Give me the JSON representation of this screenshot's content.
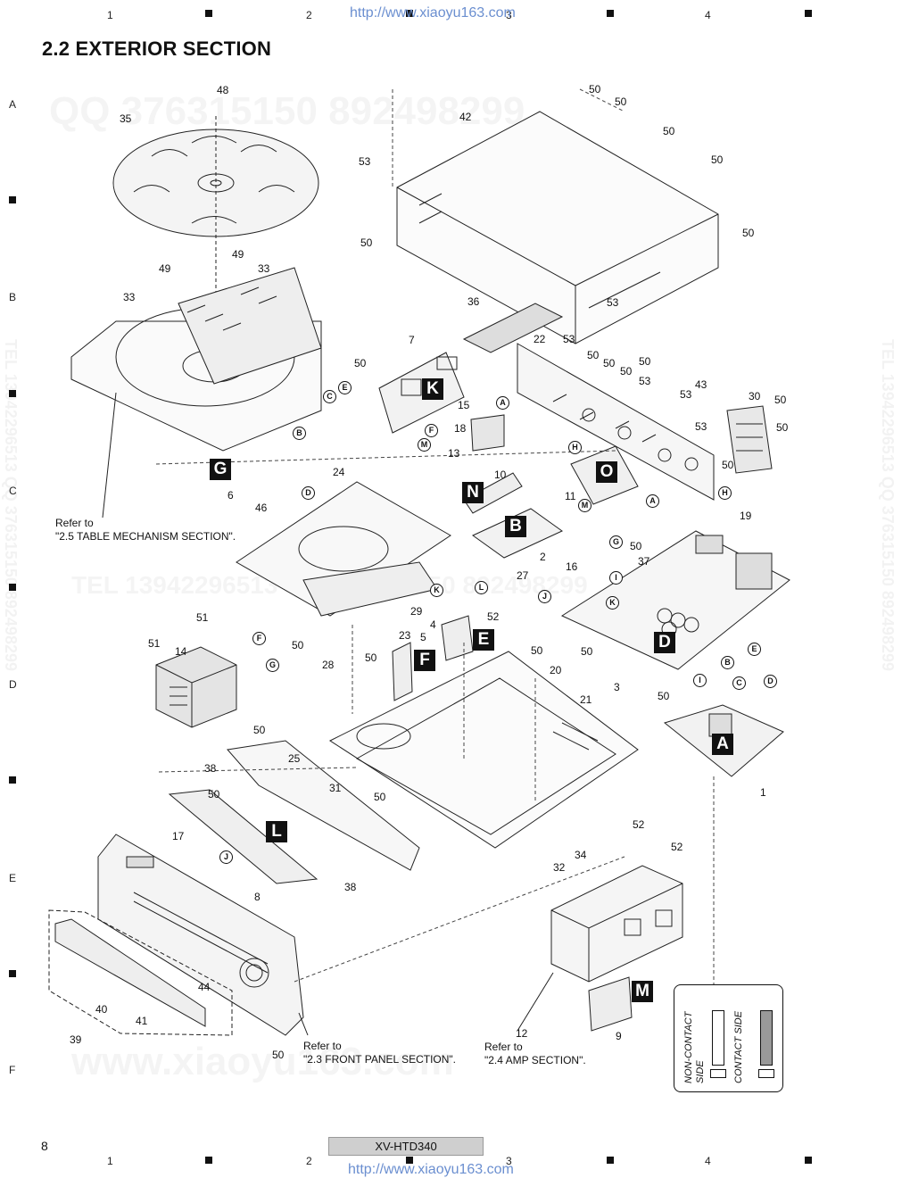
{
  "header": {
    "column_numbers": [
      "1",
      "2",
      "3",
      "4"
    ],
    "url": "http://www.xiaoyu163.com",
    "section_title": "2.2  EXTERIOR SECTION"
  },
  "row_letters": [
    "A",
    "B",
    "C",
    "D",
    "E",
    "F"
  ],
  "watermarks": {
    "qq_line": "QQ 376315150   892498299",
    "tel_line": "TEL  13942296513   QQ  376315150   892498299",
    "www_line": "www.xiaoyu163.com",
    "side_text": "TEL 13942296513  QQ 376315150  892498299"
  },
  "callouts": [
    "48",
    "35",
    "49",
    "33",
    "49",
    "33",
    "42",
    "50",
    "50",
    "50",
    "50",
    "53",
    "50",
    "50",
    "36",
    "53",
    "7",
    "50",
    "22",
    "53",
    "50",
    "50",
    "50",
    "53",
    "50",
    "53",
    "43",
    "30",
    "50",
    "53",
    "50",
    "50",
    "15",
    "18",
    "13",
    "24",
    "10",
    "11",
    "19",
    "6",
    "46",
    "2",
    "27",
    "16",
    "50",
    "37",
    "29",
    "50",
    "51",
    "51",
    "14",
    "4",
    "5",
    "52",
    "23",
    "50",
    "28",
    "50",
    "20",
    "21",
    "3",
    "50",
    "50",
    "1",
    "50",
    "25",
    "38",
    "31",
    "50",
    "50",
    "38",
    "17",
    "8",
    "52",
    "52",
    "32",
    "34",
    "44",
    "40",
    "41",
    "39",
    "50",
    "12",
    "9"
  ],
  "module_badges": [
    "K",
    "G",
    "N",
    "B",
    "O",
    "E",
    "F",
    "D",
    "A",
    "L",
    "M"
  ],
  "connector_tags": [
    "C",
    "E",
    "B",
    "D",
    "A",
    "F",
    "M",
    "H",
    "H",
    "A",
    "M",
    "G",
    "I",
    "K",
    "L",
    "J",
    "K",
    "F",
    "G",
    "I",
    "B",
    "C",
    "E",
    "D",
    "J"
  ],
  "reference_notes": {
    "table_mech": "Refer to\n\"2.5 TABLE MECHANISM SECTION\".",
    "front_panel": "Refer to\n\"2.3 FRONT PANEL SECTION\".",
    "amp": "Refer to\n\"2.4 AMP SECTION\"."
  },
  "legend": {
    "non_contact": "NON-CONTACT\nSIDE",
    "contact": "CONTACT SIDE"
  },
  "footer": {
    "page_number": "8",
    "model": "XV-HTD340",
    "column_numbers": [
      "1",
      "2",
      "3",
      "4"
    ],
    "url": "http://www.xiaoyu163.com"
  }
}
